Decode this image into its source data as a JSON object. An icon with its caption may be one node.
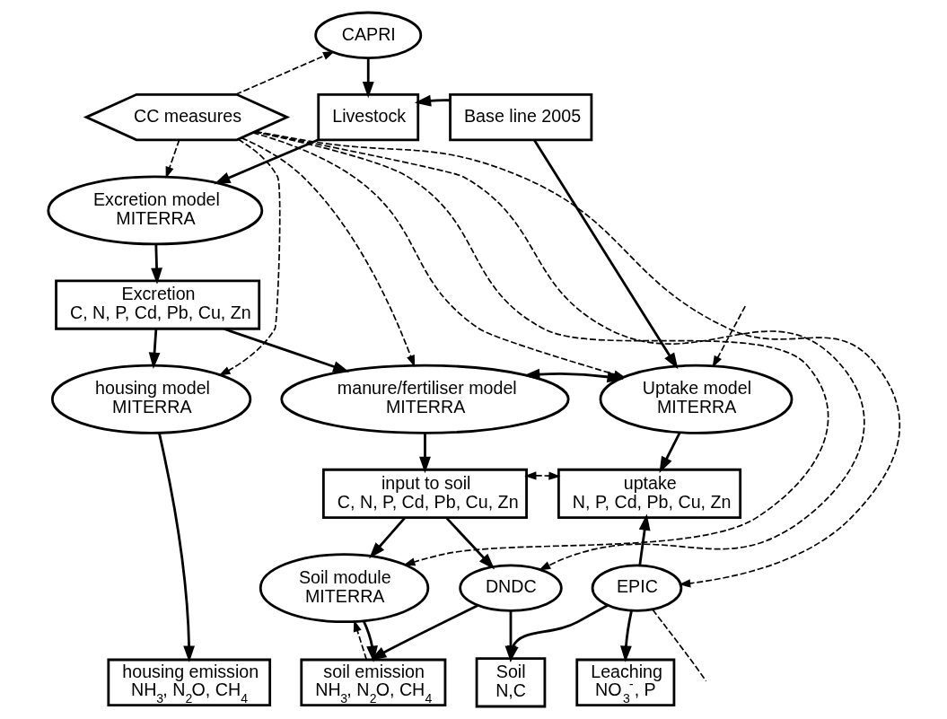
{
  "diagram": {
    "nodes": [
      {
        "text": [
          "CAPRI"
        ]
      },
      {
        "text": [
          "CC measures"
        ]
      },
      {
        "text": [
          "Livestock"
        ]
      },
      {
        "text": [
          "Base line 2005"
        ]
      },
      {
        "text": [
          "Excretion model",
          "MITERRA"
        ]
      },
      {
        "text": [
          "Excretion",
          "C, N, P, Cd, Pb, Cu, Zn"
        ]
      },
      {
        "text": [
          "housing model",
          "MITERRA"
        ]
      },
      {
        "text": [
          "manure/fertiliser model",
          "MITERRA"
        ]
      },
      {
        "text": [
          "Uptake model",
          "MITERRA"
        ]
      },
      {
        "text": [
          "input to soil",
          "C, N, P, Cd, Pb, Cu, Zn"
        ]
      },
      {
        "text": [
          "uptake",
          "N, P, Cd, Pb, Cu, Zn"
        ]
      },
      {
        "text": [
          "Soil module",
          "MITERRA"
        ]
      },
      {
        "text": [
          "DNDC"
        ]
      },
      {
        "text": [
          "EPIC"
        ]
      },
      {
        "text": [
          "housing emission",
          "NH$_{3}$, N$_{2}$O, CH$_{4}$"
        ]
      },
      {
        "text": [
          "soil emission",
          "NH$_{3}$, N$_{2}$O, CH$_{4}$"
        ]
      },
      {
        "text": [
          "Soil",
          "N,C"
        ]
      },
      {
        "text": [
          "Leaching",
          "NO$_{3}$$^{-}$, P"
        ]
      }
    ],
    "edges": [
      {
        "from": 1,
        "to": 0,
        "arrow": "to",
        "style": "dashed"
      },
      {
        "from": 0,
        "to": 2,
        "arrow": "to"
      },
      {
        "from": 3,
        "to": 2,
        "arrow": "to"
      },
      {
        "from": 1,
        "to": 4,
        "arrow": "to",
        "style": "dashed"
      },
      {
        "from": 1,
        "to": 7,
        "arrow": "to",
        "style": "dashed"
      },
      {
        "from": 1,
        "to": 8,
        "arrow": "to",
        "style": "dashed"
      },
      {
        "from": 1,
        "to": 12,
        "arrow": "to",
        "style": "dashed"
      },
      {
        "from": 1,
        "to": 13,
        "arrow": "to",
        "style": "dashed"
      },
      {
        "from": 1,
        "to": 6,
        "arrow": "to",
        "style": "dashed"
      },
      {
        "from": 1,
        "to": 11,
        "arrow": "to",
        "style": "dashed"
      },
      {
        "from": 2,
        "to": 4,
        "arrow": "to"
      },
      {
        "from": 4,
        "to": 5,
        "arrow": "to"
      },
      {
        "from": 5,
        "to": 6,
        "arrow": "to"
      },
      {
        "from": 5,
        "to": 7,
        "arrow": "to"
      },
      {
        "from": 3,
        "to": 8,
        "arrow": "to"
      },
      {
        "from": 7,
        "to": 8,
        "arrow": "both"
      },
      {
        "from": null,
        "to": 8,
        "arrow": "to",
        "style": "dashed"
      },
      {
        "from": 7,
        "to": 9,
        "arrow": "to"
      },
      {
        "from": 8,
        "to": 10,
        "arrow": "to"
      },
      {
        "from": 9,
        "to": 10,
        "arrow": "both",
        "style": "dashed"
      },
      {
        "from": 9,
        "to": 11,
        "arrow": "to"
      },
      {
        "from": 9,
        "to": 12,
        "arrow": "to"
      },
      {
        "from": 6,
        "to": 14,
        "arrow": "to"
      },
      {
        "from": 11,
        "to": 15,
        "arrow": "to"
      },
      {
        "from": 15,
        "to": 11,
        "arrow": "to",
        "style": "dashed"
      },
      {
        "from": 13,
        "to": 10,
        "arrow": "to"
      },
      {
        "from": 12,
        "to": 15,
        "arrow": "to"
      },
      {
        "from": 12,
        "to": 16,
        "arrow": "to"
      },
      {
        "from": 13,
        "to": 16,
        "arrow": "to"
      },
      {
        "from": 13,
        "to": 17,
        "arrow": "to"
      },
      {
        "from": 13,
        "to": null,
        "arrow": "none",
        "style": "dashed"
      }
    ]
  }
}
